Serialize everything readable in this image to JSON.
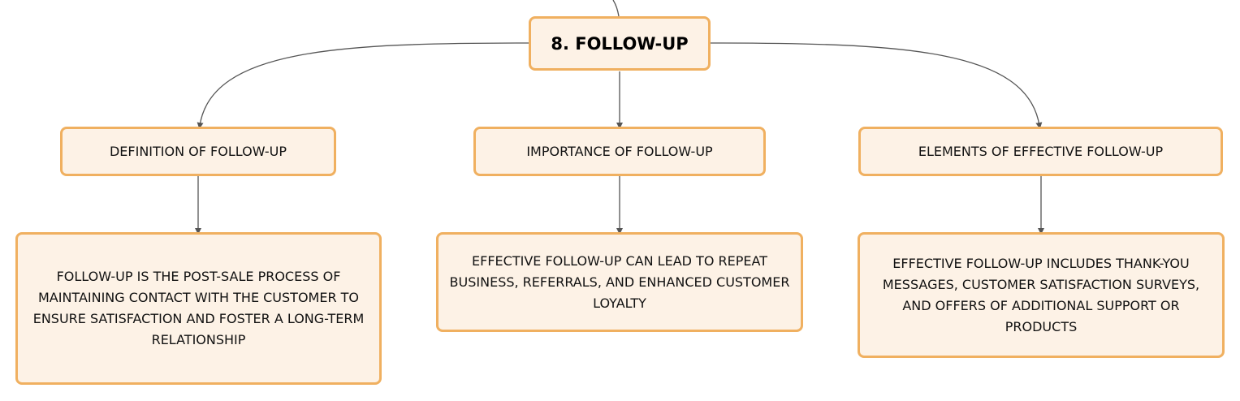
{
  "diagram": {
    "root": {
      "label": "8. FOLLOW-UP"
    },
    "branches": [
      {
        "heading": "DEFINITION OF FOLLOW-UP",
        "detail": "FOLLOW-UP IS THE POST-SALE PROCESS OF MAINTAINING CONTACT WITH THE CUSTOMER TO ENSURE SATISFACTION AND FOSTER A LONG-TERM RELATIONSHIP"
      },
      {
        "heading": "IMPORTANCE OF FOLLOW-UP",
        "detail": "EFFECTIVE FOLLOW-UP CAN LEAD TO REPEAT BUSINESS, REFERRALS, AND ENHANCED CUSTOMER LOYALTY"
      },
      {
        "heading": "ELEMENTS OF EFFECTIVE FOLLOW-UP",
        "detail": "EFFECTIVE FOLLOW-UP INCLUDES THANK-YOU MESSAGES, CUSTOMER SATISFACTION SURVEYS, AND OFFERS OF ADDITIONAL SUPPORT OR PRODUCTS"
      }
    ]
  },
  "colors": {
    "node_fill": "#fdf2e6",
    "node_border": "#f0b060",
    "connector": "#555555"
  }
}
